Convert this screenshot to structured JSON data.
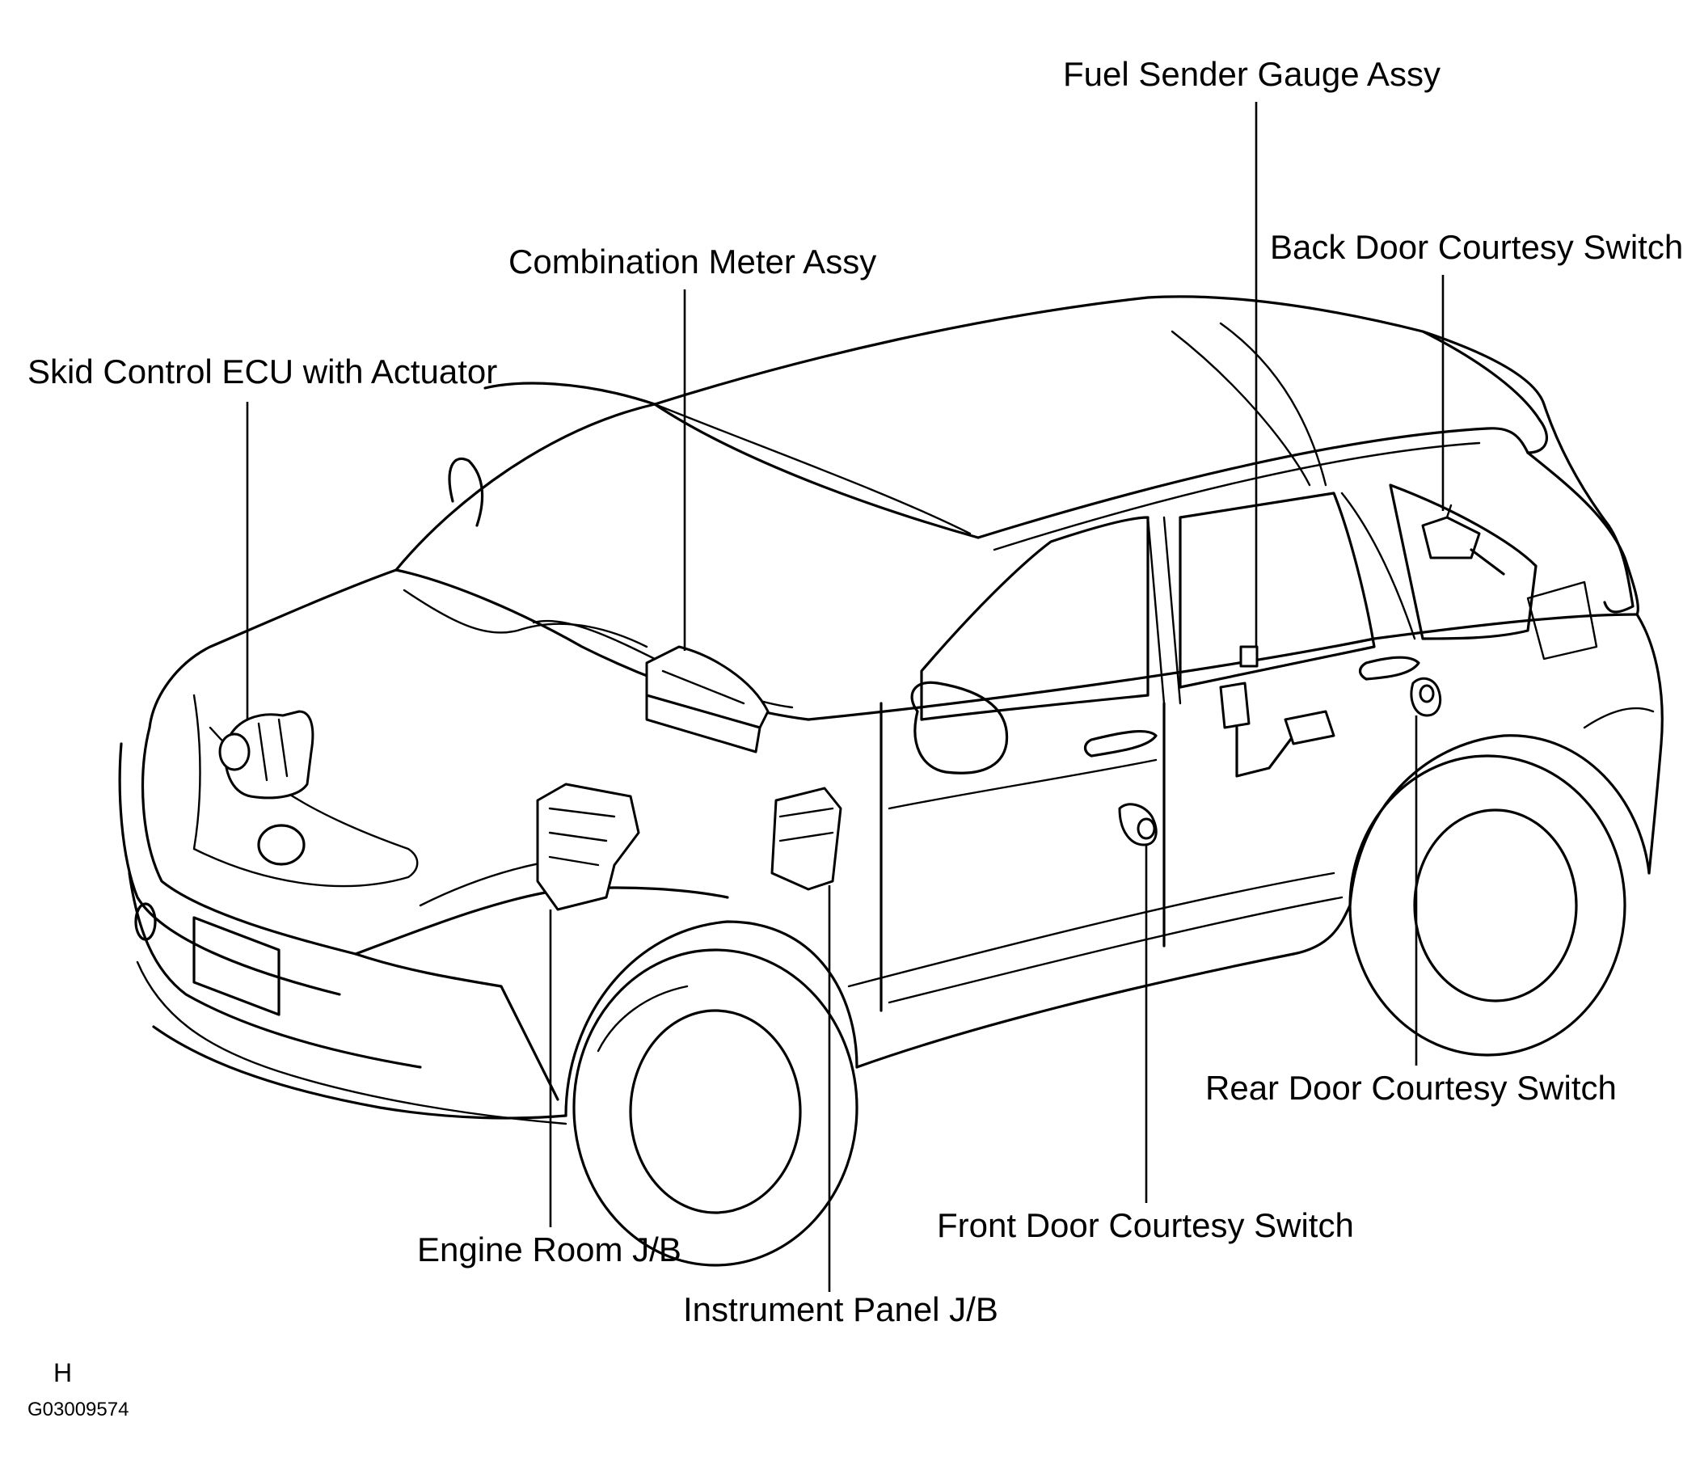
{
  "labels": {
    "fuel_sender_gauge_assy": "Fuel Sender Gauge Assy",
    "back_door_courtesy_switch": "Back Door Courtesy Switch",
    "combination_meter_assy": "Combination Meter Assy",
    "skid_control_ecu_with_actuator": "Skid Control ECU with Actuator",
    "rear_door_courtesy_switch": "Rear Door Courtesy Switch",
    "front_door_courtesy_switch": "Front Door Courtesy Switch",
    "engine_room_jb": "Engine Room J/B",
    "instrument_panel_jb": "Instrument Panel J/B"
  },
  "footer": {
    "section_letter": "H",
    "figure_code": "G03009574"
  },
  "colors": {
    "line": "#000000",
    "background": "#ffffff"
  }
}
